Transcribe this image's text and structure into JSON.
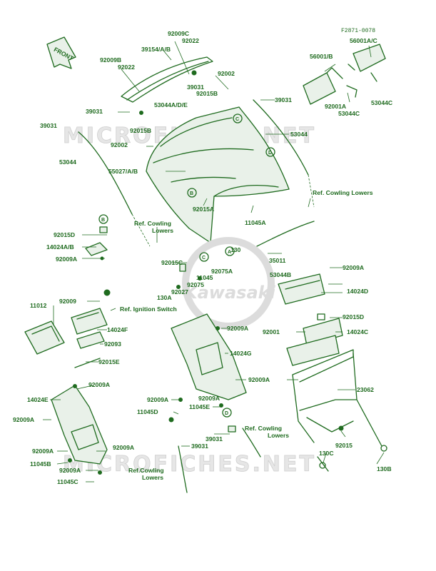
{
  "diagram_code": "F2871-0078",
  "front_arrow_label": "FRONT",
  "watermark": "MICROFICHES.NET",
  "logo": {
    "brand": "Kawasaki"
  },
  "colors": {
    "ink": "#1f6b1f",
    "watermark": "#dcdcdc",
    "background": "#ffffff"
  },
  "callouts": {
    "B": "B",
    "C": "C",
    "D": "D",
    "A": "A"
  },
  "labels": {
    "l92009C": "92009C",
    "l92022a": "92022",
    "l92009B": "92009B",
    "l92022b": "92022",
    "l39154": "39154/A/B",
    "l92002a": "92002",
    "l39031a": "39031",
    "l92015B": "92015B",
    "l53044ADE": "53044A/D/E",
    "l39031b": "39031",
    "l39031c": "39031",
    "l92015B2": "92015B",
    "l39031d": "39031",
    "l53044a": "53044",
    "l92002b": "92002",
    "l53044b": "53044",
    "l55027": "55027/A/B",
    "l92015A": "92015A",
    "l11045A": "11045A",
    "l56001B": "56001/B",
    "l56001AC": "56001A/C",
    "l92001A": "92001A",
    "l53044C": "53044C",
    "l53044C2": "53044C",
    "l92015D": "92015D",
    "l14024AB": "14024A/B",
    "l92009A1": "92009A",
    "l92015C": "92015C",
    "l11045": "11045",
    "l92075A": "92075A",
    "l130": "130",
    "l92075": "92075",
    "l92027": "92027",
    "l130A": "130A",
    "l35011": "35011",
    "l92009A2": "92009A",
    "l53044B": "53044B",
    "l14024D": "14024D",
    "l92015D2": "92015D",
    "l92001": "92001",
    "l14024C": "14024C",
    "l11012": "11012",
    "l92009": "92009",
    "l14024F": "14024F",
    "l92093": "92093",
    "l92015E": "92015E",
    "l92009A3": "92009A",
    "l14024G": "14024G",
    "l92009A4": "92009A",
    "l23062": "23062",
    "l92009A5": "92009A",
    "l14024E": "14024E",
    "l92009A6": "92009A",
    "l92009A7": "92009A",
    "l11045D": "11045D",
    "l92009A8": "92009A",
    "l11045E": "11045E",
    "l39031e": "39031",
    "l39031f": "39031",
    "l92009A9": "92009A",
    "l92009A10": "92009A",
    "l11045B": "11045B",
    "l92009A11": "92009A",
    "l11045C": "11045C",
    "l92015": "92015",
    "l130C": "130C",
    "l130B": "130B"
  },
  "references": {
    "cowling_lowers_right": "Ref. Cowling Lowers",
    "cowling_lowers_left_1": "Ref. Cowling",
    "cowling_lowers_left_2": "Lowers",
    "ignition_switch": "Ref. Ignition Switch",
    "cowling_lowers_center_1": "Ref. Cowling",
    "cowling_lowers_center_2": "Lowers",
    "cowling_lowers_bottom_1": "Ref.Cowling",
    "cowling_lowers_bottom_2": "Lowers"
  }
}
